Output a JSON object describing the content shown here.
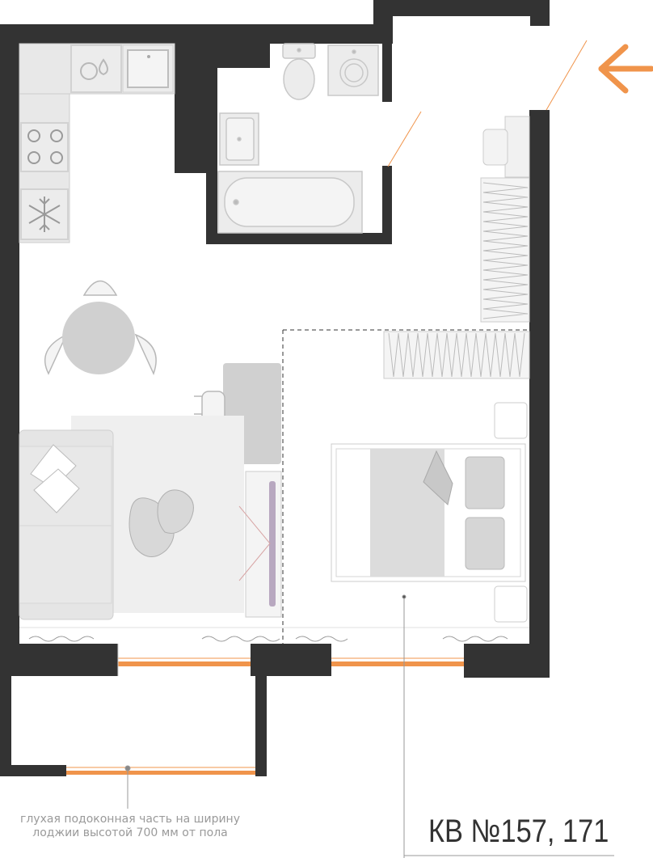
{
  "plan": {
    "apartment_label": "КВ №157, 171",
    "note_lines": [
      "глухая подоконная часть на ширину",
      "лоджии высотой 700 мм от пола"
    ],
    "colors": {
      "wall": "#333333",
      "accent": "#f0944b",
      "furniture_light": "#e8e8e8",
      "furniture_mid": "#d0d0d0",
      "furniture_dark": "#c7c7c7",
      "outline": "#cccccc"
    },
    "icons": [
      "entrance-arrow-icon",
      "snowflake-icon",
      "bathtub-icon",
      "toilet-icon",
      "washing-machine-icon",
      "sink-icon",
      "stove-icon"
    ]
  }
}
